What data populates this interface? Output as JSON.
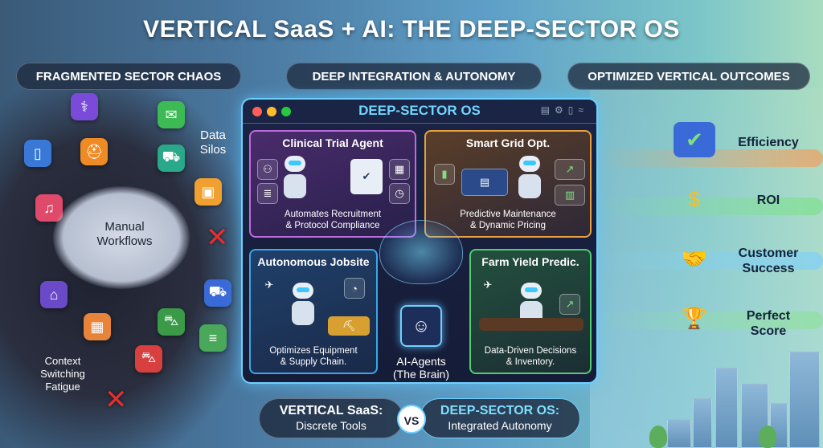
{
  "title": "VERTICAL SaaS + AI: THE DEEP-SECTOR OS",
  "headers": {
    "left": "FRAGMENTED SECTOR CHAOS",
    "middle": "DEEP INTEGRATION & AUTONOMY",
    "right": "OPTIMIZED VERTICAL OUTCOMES"
  },
  "chaos": {
    "data_silos": "Data Silos",
    "manual_line1": "Manual",
    "manual_line2": "Workflows",
    "context_line1": "Context",
    "context_line2": "Switching",
    "context_line3": "Fatigue",
    "icons": [
      "stethoscope-icon",
      "chat-icon",
      "phone-icon",
      "hard-hat-icon",
      "car-icon",
      "shopping-bag-icon",
      "music-icon",
      "bank-icon",
      "package-icon",
      "tractor-icon",
      "field-icon"
    ]
  },
  "os": {
    "title": "DEEP-SECTOR OS",
    "panels": {
      "clinical": {
        "title": "Clinical Trial Agent",
        "desc_line1": "Automates Recruitment",
        "desc_line2": "& Protocol Compliance"
      },
      "grid": {
        "title": "Smart Grid Opt.",
        "desc_line1": "Predictive Maintenance",
        "desc_line2": "& Dynamic Pricing"
      },
      "jobsite": {
        "title": "Autonomous Jobsite",
        "desc_line1": "Optimizes Equipment",
        "desc_line2": "& Supply Chain."
      },
      "farm": {
        "title": "Farm Yield Predic.",
        "desc_line1": "Data-Driven Decisions",
        "desc_line2": "& Inventory."
      }
    },
    "agents_line1": "AI-Agents",
    "agents_line2": "(The Brain)"
  },
  "comparison": {
    "left_title": "VERTICAL SaaS:",
    "left_sub": "Discrete Tools",
    "vs": "VS",
    "right_title": "DEEP-SECTOR OS:",
    "right_sub": "Integrated Autonomy"
  },
  "outcomes": [
    {
      "label_line1": "Efficiency",
      "label_line2": "",
      "icon": "blueprint-check-icon"
    },
    {
      "label_line1": "ROI",
      "label_line2": "",
      "icon": "coins-growth-icon"
    },
    {
      "label_line1": "Customer",
      "label_line2": "Success",
      "icon": "handshake-icon"
    },
    {
      "label_line1": "Perfect",
      "label_line2": "Score",
      "icon": "trophy-icon"
    }
  ],
  "colors": {
    "os_border": "#6fd0ff",
    "clinical": "#c06adf",
    "grid": "#e8a040",
    "jobsite": "#3aa7e8",
    "farm": "#4fcf70",
    "error": "#e03030"
  }
}
